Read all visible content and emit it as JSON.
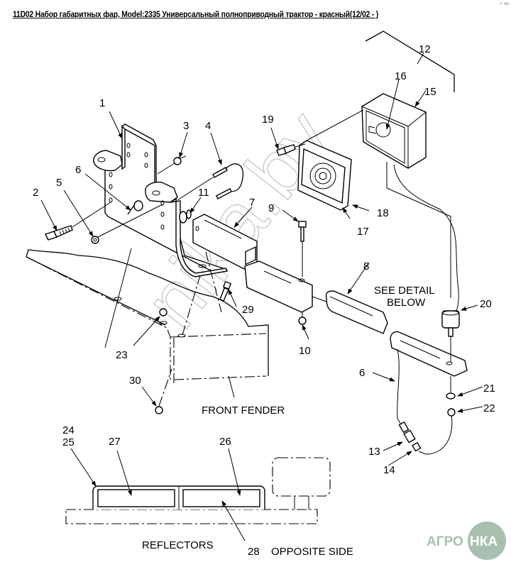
{
  "header": {
    "title": "11D02 Набор габаритных фар, Model:2335 Универсальный полноприводный трактор - красный(12/02 - )",
    "corner_mark": "↗ нм"
  },
  "diagram": {
    "callouts": [
      {
        "id": "1",
        "text": "1"
      },
      {
        "id": "2",
        "text": "2"
      },
      {
        "id": "3",
        "text": "3"
      },
      {
        "id": "4",
        "text": "4"
      },
      {
        "id": "5",
        "text": "5"
      },
      {
        "id": "6a",
        "text": "6"
      },
      {
        "id": "6b",
        "text": "6"
      },
      {
        "id": "7",
        "text": "7"
      },
      {
        "id": "8",
        "text": "8"
      },
      {
        "id": "9",
        "text": "9"
      },
      {
        "id": "10",
        "text": "10"
      },
      {
        "id": "11",
        "text": "11"
      },
      {
        "id": "12",
        "text": "12"
      },
      {
        "id": "13",
        "text": "13"
      },
      {
        "id": "14",
        "text": "14"
      },
      {
        "id": "15",
        "text": "15"
      },
      {
        "id": "16",
        "text": "16"
      },
      {
        "id": "17",
        "text": "17"
      },
      {
        "id": "18",
        "text": "18"
      },
      {
        "id": "19",
        "text": "19"
      },
      {
        "id": "20",
        "text": "20"
      },
      {
        "id": "21",
        "text": "21"
      },
      {
        "id": "22",
        "text": "22"
      },
      {
        "id": "23",
        "text": "23"
      },
      {
        "id": "24",
        "text": "24"
      },
      {
        "id": "25",
        "text": "25"
      },
      {
        "id": "26",
        "text": "26"
      },
      {
        "id": "27",
        "text": "27"
      },
      {
        "id": "28",
        "text": "28"
      },
      {
        "id": "29",
        "text": "29"
      },
      {
        "id": "30",
        "text": "30"
      }
    ],
    "labels": {
      "see_detail_line1": "SEE DETAIL",
      "see_detail_line2": "BELOW",
      "front_fender": "FRONT FENDER",
      "reflectors": "REFLECTORS",
      "opposite_side": "OPPOSITE SIDE"
    }
  },
  "watermark": {
    "text": "nika.by"
  },
  "logo": {
    "left_text": "АГРО",
    "circle_text": "НКА"
  }
}
